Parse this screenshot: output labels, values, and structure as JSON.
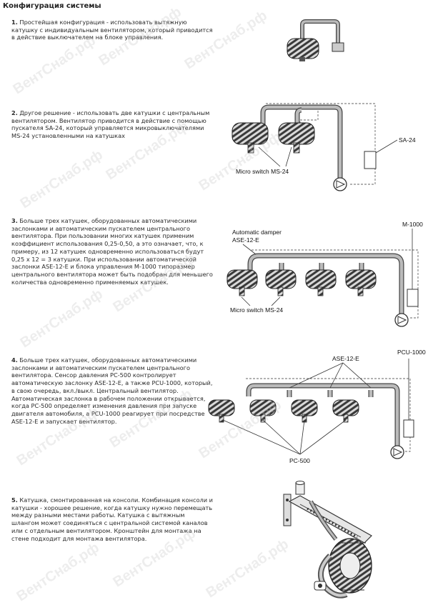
{
  "title": "Конфигурация системы",
  "watermark": "ВентСнаб.рф",
  "sections": [
    {
      "num": "1.",
      "text": " Простейшая конфигурация - использовать вытяжную катушку с индивидуальным вентилятором, который приводится в действие выключателем на блоке управления."
    },
    {
      "num": "2.",
      "text": " Другое решение - использовать две катушки с центральным вентилятором. Вентилятор приводится в действие с помощью пускателя SA-24, который управляется микровыключателями MS-24 установленными на катушках"
    },
    {
      "num": "3.",
      "text": " Больше трех катушек, оборудованных автоматическими заслонками и автоматическим пускателем центрального вентилятора. При пользовании многих катушек применим коэффициент использования 0,25-0,50, а это означает, что, к примеру, из 12 катушек одновременно использоваться будут 0,25 x 12 = 3 катушки. При использовании автоматической заслонки ASE-12-E и блока управления M-1000 типоразмер центрального вентилятора может быть подобран для меньшего количества одновременно применяемых катушек."
    },
    {
      "num": "4.",
      "text": " Больше трех катушек, оборудованных автоматическими заслонками и автоматическим пускателем центрального вентилятора. Сенсор давления PC-500 контролирует автоматическую заслонку ASE-12-E, а также PCU-1000, который, в свою очередь, вкл./выкл. Центральный вентилятор. Автоматическая заслонка в рабочем положении открывается, когда PC-500 определяет изменения давления при запуске двигателя автомобиля, а PCU-1000 реагирует при посредстве ASE-12-E и запускает вентилятор."
    },
    {
      "num": "5.",
      "text": " Катушка, смонтированная на консоли. Комбинация консоли и катушки - хорошее решение, когда катушку нужно перемещать между разными местами работы. Катушка с вытяжным шлангом может соединяться с центральной системой каналов или с отдельным вентилятором. Кронштейн для монтажа на стене подходит для монтажа вентилятора."
    }
  ],
  "diagram_labels": {
    "sa24": "SA-24",
    "ms24_2": "Micro switch MS-24",
    "auto_damper": "Automatic damper",
    "ase12e_3": "ASE-12-E",
    "m1000": "M-1000",
    "ms24_3": "Micro switch MS-24",
    "ase12e_4": "ASE-12-E",
    "pcu1000": "PCU-1000",
    "pc500": "PC-500"
  }
}
